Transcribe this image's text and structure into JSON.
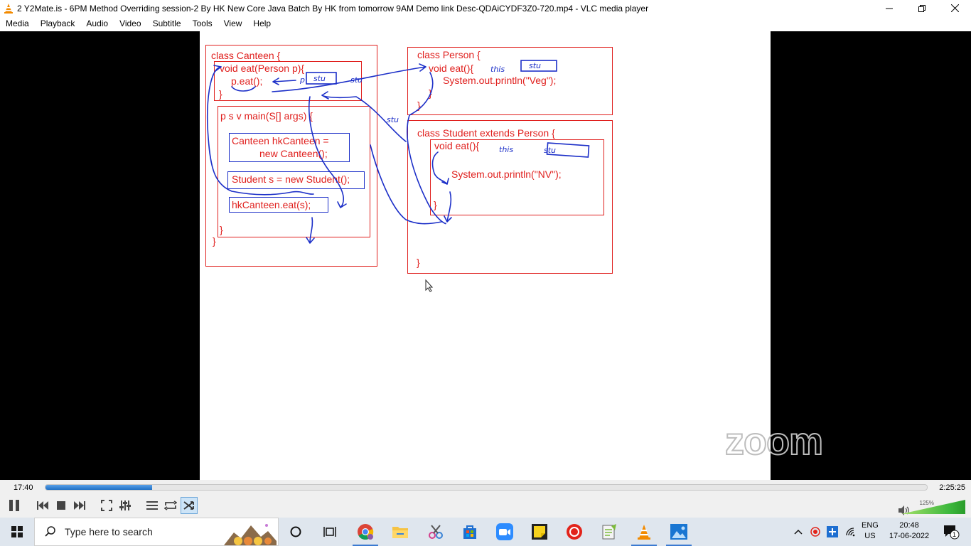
{
  "window": {
    "title": "2 Y2Mate.is - 6PM Method Overriding session-2 By HK New Core Java Batch By HK from tomorrow 9AM  Demo link Desc-QDAiCYDF3Z0-720.mp4 - VLC media player"
  },
  "menu": {
    "items": [
      "Media",
      "Playback",
      "Audio",
      "Video",
      "Subtitle",
      "Tools",
      "View",
      "Help"
    ]
  },
  "whiteboard": {
    "canteen": {
      "class_header": "class Canteen {",
      "eat_sig": "void eat(Person p){",
      "eat_call": "p.eat();",
      "eat_close": "}",
      "main_sig": "p  s v main(S[] args) {",
      "stmt1_line1": "Canteen hkCanteen =",
      "stmt1_line2": "new Canteen();",
      "stmt2": "Student s = new Student();",
      "stmt3": "hkCanteen.eat(s);",
      "main_close": "}",
      "class_close": "}"
    },
    "person": {
      "class_header": "class Person {",
      "eat_sig": "void eat(){",
      "body": "System.out.println(\"Veg\");",
      "eat_close": "}",
      "class_close": "}"
    },
    "student": {
      "class_header": "class Student extends Person {",
      "eat_sig": "void eat(){",
      "body": "System.out.println(\"NV\");",
      "eat_close": "}",
      "class_close": "}"
    },
    "annotations": {
      "p_label": "p",
      "stu": "stu",
      "this": "this"
    }
  },
  "watermark": {
    "text": "zoom"
  },
  "player": {
    "elapsed": "17:40",
    "total": "2:25:25",
    "progress_fraction": 0.121,
    "volume_label": "125%",
    "volume_fraction": 1.0
  },
  "taskbar": {
    "search_placeholder": "Type here to search",
    "lang_line1": "ENG",
    "lang_line2": "US",
    "time": "20:48",
    "date": "17-06-2022",
    "notification_count": "1"
  },
  "colors": {
    "code_red": "#e0201e",
    "ink_blue": "#1c2fc8",
    "progress_blue": "#1f6fc4"
  }
}
